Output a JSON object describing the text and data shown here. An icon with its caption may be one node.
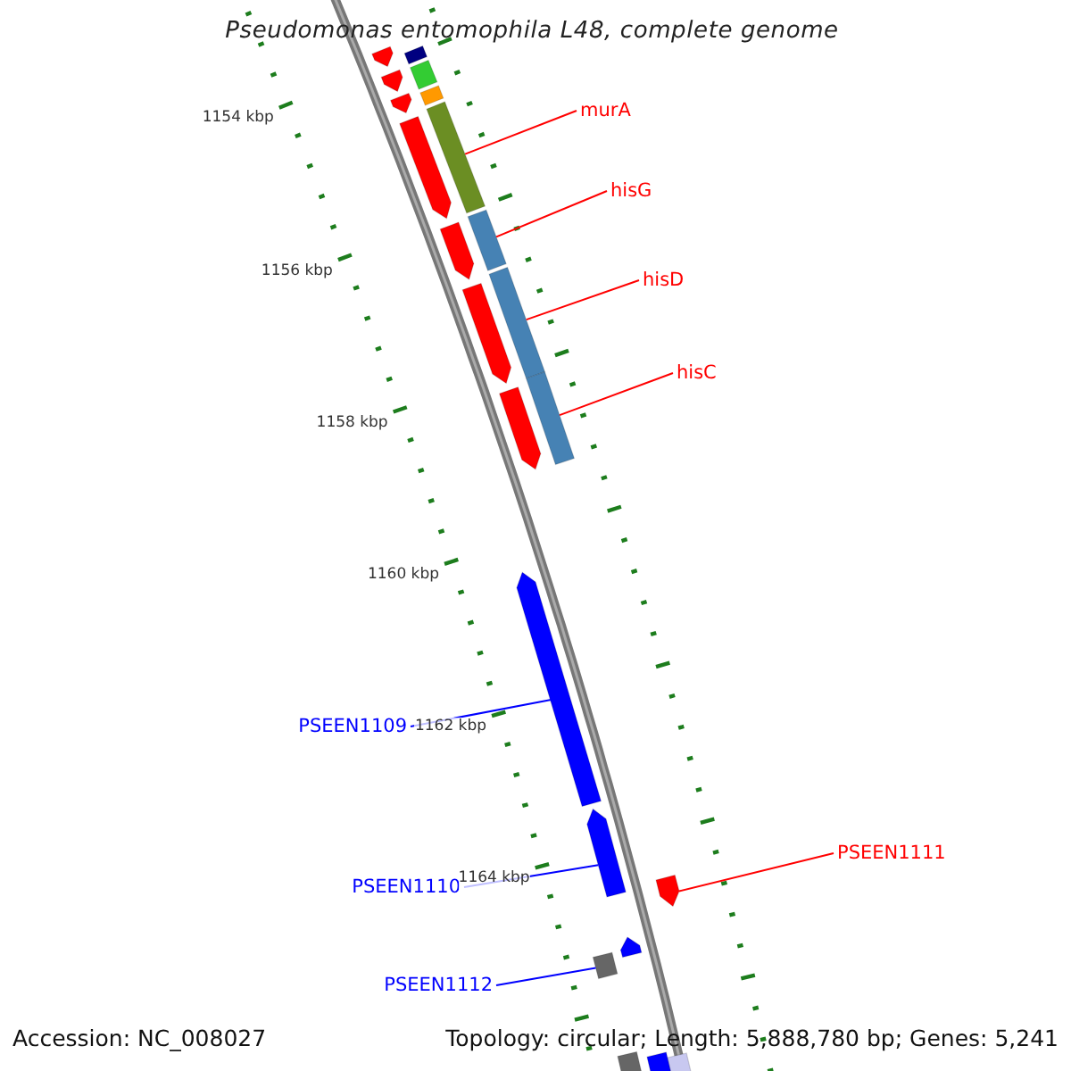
{
  "diagram": {
    "title": "Pseudomonas entomophila L48, complete genome",
    "nodes": [
      {
        "text": [
          "murA"
        ]
      },
      {
        "text": [
          "hisG"
        ]
      },
      {
        "text": [
          "hisD"
        ]
      },
      {
        "text": [
          "hisC"
        ]
      },
      {
        "text": [
          "PSEEN1109"
        ]
      },
      {
        "text": [
          "PSEEN1110"
        ]
      },
      {
        "text": [
          "PSEEN1111"
        ]
      },
      {
        "text": [
          "PSEEN1112"
        ]
      },
      {
        "text": [],
        "shape": "pentagon"
      },
      {
        "text": [],
        "shape": "bar"
      },
      {
        "text": [],
        "shape": "bar"
      },
      {
        "text": [],
        "shape": "pentagon"
      },
      {
        "text": [],
        "shape": "bar"
      },
      {
        "text": [],
        "shape": "pentagon"
      },
      {
        "text": [],
        "shape": "bar"
      },
      {
        "text": [],
        "shape": "pentagon"
      },
      {
        "text": [],
        "shape": "bar"
      },
      {
        "text": [],
        "shape": "pentagon"
      },
      {
        "text": [],
        "shape": "bar"
      },
      {
        "text": [],
        "shape": "pentagon"
      },
      {
        "text": [],
        "shape": "bar"
      },
      {
        "text": [],
        "shape": "pentagon"
      },
      {
        "text": [],
        "shape": "pentagon"
      },
      {
        "text": [],
        "shape": "pentagon"
      },
      {
        "text": [],
        "shape": "pentagon"
      },
      {
        "text": [],
        "shape": "pentagon"
      },
      {
        "text": [],
        "shape": "bar"
      },
      {
        "text": [],
        "shape": "bar"
      },
      {
        "text": [],
        "shape": "bar"
      },
      {
        "text": [],
        "shape": "bar"
      }
    ],
    "edges": [
      {
        "from": 0,
        "to": 14,
        "arrow": "none"
      },
      {
        "from": 1,
        "to": 16,
        "arrow": "none"
      },
      {
        "from": 2,
        "to": 18,
        "arrow": "none"
      },
      {
        "from": 3,
        "to": 20,
        "arrow": "none"
      },
      {
        "from": 4,
        "to": 22,
        "arrow": "none",
        "color": "#0000ff"
      },
      {
        "from": 5,
        "to": 23,
        "arrow": "none",
        "color": "#0000ff"
      },
      {
        "from": 6,
        "to": 24,
        "arrow": "none"
      },
      {
        "from": 7,
        "to": 26,
        "arrow": "none",
        "color": "#0000ff"
      }
    ],
    "labels": [
      "1154 kbp",
      "1156 kbp",
      "1158 kbp",
      "1160 kbp",
      "1162 kbp",
      "1164 kbp",
      "Accession: NC_008027",
      "Topology: circular; Length: 5,888,780 bp; Genes: 5,241"
    ]
  }
}
